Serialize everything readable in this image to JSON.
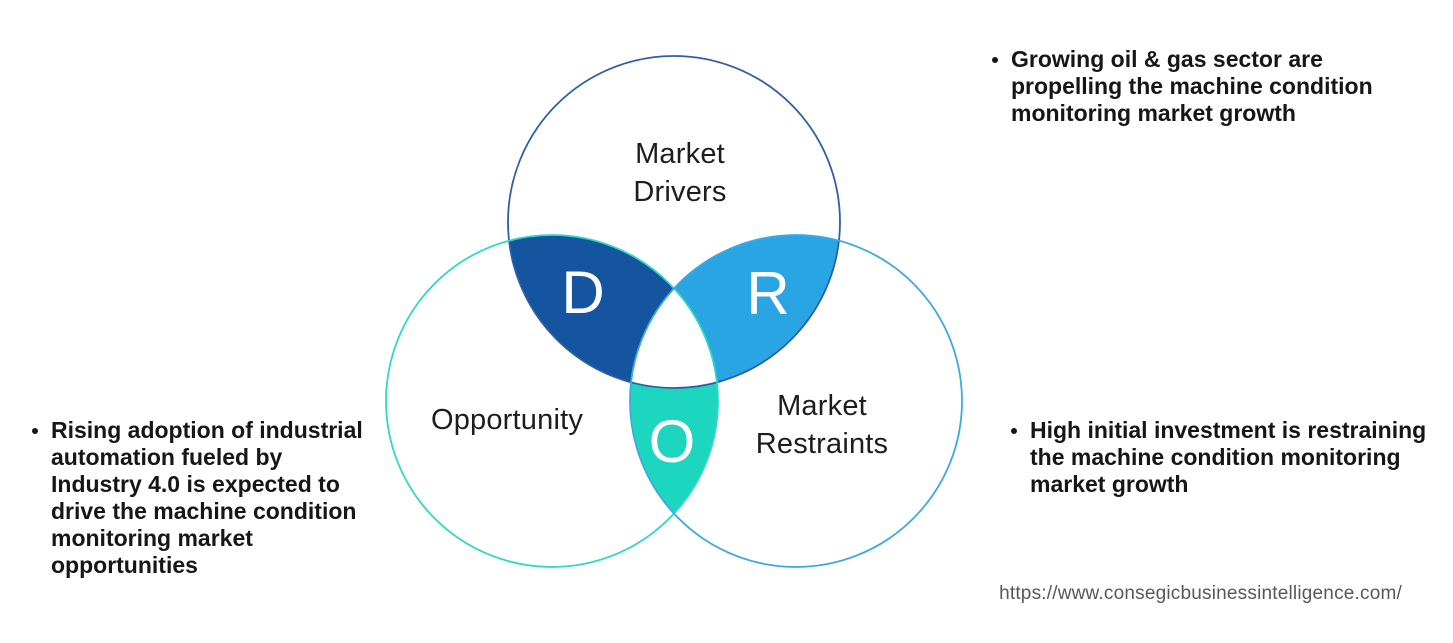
{
  "venn": {
    "circles": [
      {
        "id": "market-drivers",
        "label": "Market\nDrivers",
        "stroke": "#2e5fa8"
      },
      {
        "id": "opportunity",
        "label": "Opportunity",
        "stroke": "#2fd9c4"
      },
      {
        "id": "market-restraints",
        "label": "Market\nRestraints",
        "stroke": "#3ba9e2"
      }
    ],
    "overlaps": [
      {
        "letter": "D",
        "color": "#15549e",
        "meaning": "drivers-opportunity-overlap"
      },
      {
        "letter": "R",
        "color": "#2aa5e3",
        "meaning": "drivers-restraints-overlap"
      },
      {
        "letter": "O",
        "color": "#1dd6bf",
        "meaning": "opportunity-restraints-overlap"
      }
    ]
  },
  "bullets": {
    "top_right": "Growing oil & gas sector are\npropelling the machine condition\nmonitoring market growth",
    "left": "Rising adoption of industrial\nautomation fueled by\nIndustry 4.0 is expected to\ndrive the machine condition\nmonitoring market\nopportunities",
    "right": "High initial investment is restraining\nthe machine condition monitoring\nmarket growth"
  },
  "footer": {
    "url": "https://www.consegicbusinessintelligence.com/"
  }
}
